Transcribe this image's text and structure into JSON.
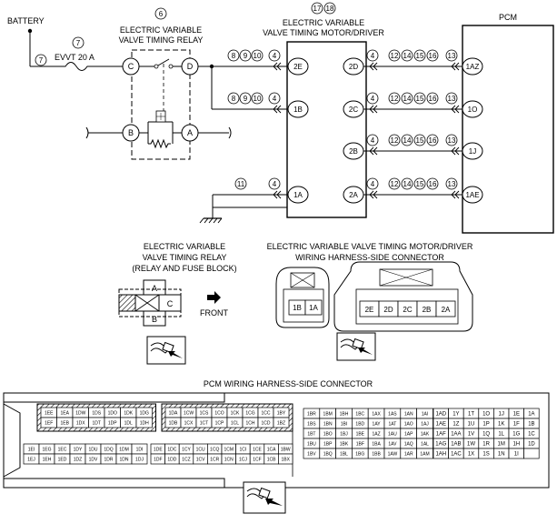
{
  "power": {
    "battery_label": "BATTERY",
    "fuse_label": "EVVT 20 A",
    "fuse_ref": "7",
    "wire_ref": "7"
  },
  "relay": {
    "ref": "6",
    "title_line1": "ELECTRIC VARIABLE",
    "title_line2": "VALVE TIMING RELAY",
    "pins": {
      "c": "C",
      "d": "D",
      "b": "B",
      "a": "A"
    }
  },
  "motor": {
    "refs": [
      "17",
      "18"
    ],
    "title_line1": "ELECTRIC VARIABLE",
    "title_line2": "VALVE TIMING MOTOR/DRIVER",
    "left_pins": [
      "2E",
      "1B",
      "1A"
    ],
    "right_pins": [
      "2D",
      "2C",
      "2B",
      "2A"
    ]
  },
  "pcm": {
    "label": "PCM",
    "pins": [
      "1AZ",
      "1O",
      "1J",
      "1AE"
    ]
  },
  "wires": {
    "relay_to_motor_refs": [
      "8",
      "9",
      "10"
    ],
    "ground_ref": "11",
    "connector_ref": "4",
    "pcm_connector_ref": "13",
    "motor_to_pcm_refs": [
      "12",
      "14",
      "15",
      "16"
    ]
  },
  "relay_connector": {
    "title_lines": [
      "ELECTRIC VARIABLE",
      "VALVE TIMING RELAY",
      "(RELAY AND FUSE BLOCK)"
    ],
    "pins": {
      "a": "A",
      "b": "B",
      "c": "C"
    },
    "front_label": "FRONT"
  },
  "motor_connector": {
    "title_lines": [
      "ELECTRIC VARIABLE VALVE TIMING MOTOR/DRIVER",
      "WIRING HARNESS-SIDE CONNECTOR"
    ],
    "small_pins": [
      "1B",
      "1A"
    ],
    "large_pins": [
      "2E",
      "2D",
      "2C",
      "2B",
      "2A"
    ]
  },
  "pcm_connector": {
    "title": "PCM WIRING HARNESS-SIDE CONNECTOR",
    "g1_top": [
      "1EE",
      "1EA",
      "1DW",
      "1DS",
      "1DO",
      "1DK",
      "1DG"
    ],
    "g1_bot": [
      "1EF",
      "1EB",
      "1DX",
      "1DT",
      "1DP",
      "1DL",
      "1DH"
    ],
    "g2_top": [
      "1DA",
      "1CW",
      "1CS",
      "1CO",
      "1CK",
      "1CG",
      "1CC",
      "1BY"
    ],
    "g2_bot": [
      "1DB",
      "1CX",
      "1CT",
      "1CP",
      "1CL",
      "1CH",
      "1CD",
      "1BZ"
    ],
    "g3_top": [
      "1EI",
      "1EG",
      "1EC",
      "1DY",
      "1DU",
      "1DQ",
      "1DM",
      "1DI"
    ],
    "g3_bot": [
      "1EJ",
      "1EH",
      "1ED",
      "1DZ",
      "1DV",
      "1DR",
      "1DN",
      "1DJ"
    ],
    "g4_top": [
      "1DE",
      "1DC",
      "1CY",
      "1CU",
      "1CQ",
      "1CM",
      "1CI",
      "1CE",
      "1CA",
      "1BW"
    ],
    "g4_bot": [
      "1DF",
      "1DD",
      "1CZ",
      "1CV",
      "1CR",
      "1CN",
      "1CJ",
      "1CF",
      "1CB",
      "1BX"
    ],
    "g5": [
      [
        "1BR",
        "1BM",
        "1BH",
        "1BC",
        "1AX",
        "1AS",
        "1AN",
        "1AI"
      ],
      [
        "1BS",
        "1BN",
        "1BI",
        "1BD",
        "1AY",
        "1AT",
        "1AO",
        "1AJ"
      ],
      [
        "1BT",
        "1BO",
        "1BJ",
        "1BE",
        "1AZ",
        "1AU",
        "1AP",
        "1AK"
      ],
      [
        "1BU",
        "1BP",
        "1BK",
        "1BF",
        "1BA",
        "1AV",
        "1AQ",
        "1AL"
      ],
      [
        "1BV",
        "1BQ",
        "1BL",
        "1BG",
        "1BB",
        "1AW",
        "1AR",
        "1AM"
      ]
    ],
    "g6": [
      [
        "1AD",
        "1Y",
        "1T",
        "1O",
        "1J",
        "1E",
        "1A"
      ],
      [
        "1AE",
        "1Z",
        "1U",
        "1P",
        "1K",
        "1F",
        "1B"
      ],
      [
        "1AF",
        "1AA",
        "1V",
        "1Q",
        "1L",
        "1G",
        "1C"
      ],
      [
        "1AG",
        "1AB",
        "1W",
        "1R",
        "1M",
        "1H",
        "1D"
      ],
      [
        "1AH",
        "1AC",
        "1X",
        "1S",
        "1N",
        "1I",
        ""
      ]
    ]
  }
}
